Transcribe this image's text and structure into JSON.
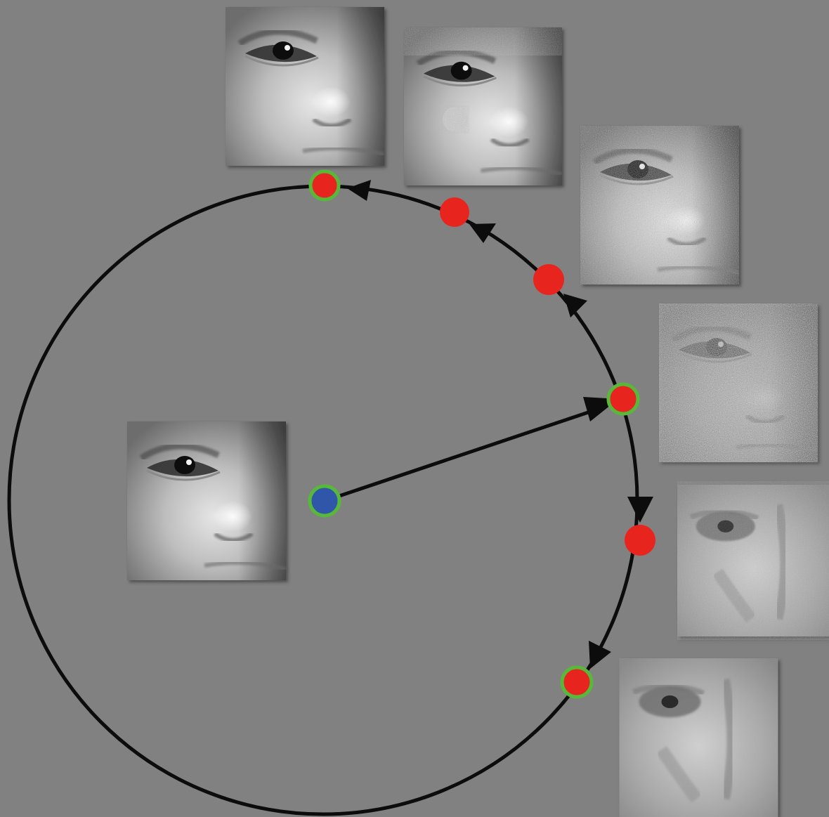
{
  "colors": {
    "background": "#818181",
    "circle_stroke": "#0c0c0c",
    "node_red": "#e8241f",
    "node_blue": "#2f56a8",
    "node_ring_green": "#58b83a",
    "thumb_shadow": "#5a5a5a"
  },
  "diagram": {
    "center_node": {
      "fill": "blue",
      "ring": "green",
      "role": "original-image-node"
    },
    "path_nodes": [
      {
        "id": "top",
        "fill": "red",
        "ring": "green",
        "image": "face-clean"
      },
      {
        "id": "upper-1",
        "fill": "red",
        "ring": "none",
        "image": "face-light-noise"
      },
      {
        "id": "upper-2",
        "fill": "red",
        "ring": "none",
        "image": "face-medium-noise"
      },
      {
        "id": "right",
        "fill": "red",
        "ring": "green",
        "image": "face-heavy-noise"
      },
      {
        "id": "lower-1",
        "fill": "red",
        "ring": "none",
        "image": "face-inverted-blur"
      },
      {
        "id": "lower-2",
        "fill": "red",
        "ring": "green",
        "image": "face-inverted-contrast"
      }
    ],
    "thumbnails": [
      {
        "name": "original-face-thumbnail",
        "style": "clean"
      },
      {
        "name": "top-face-thumbnail",
        "style": "clean"
      },
      {
        "name": "upper-1-face-thumbnail",
        "style": "light-noise"
      },
      {
        "name": "upper-2-face-thumbnail",
        "style": "medium-noise"
      },
      {
        "name": "right-face-thumbnail",
        "style": "heavy-noise"
      },
      {
        "name": "lower-1-face-thumbnail",
        "style": "inverted"
      },
      {
        "name": "lower-2-face-thumbnail",
        "style": "inverted-strong"
      }
    ]
  }
}
